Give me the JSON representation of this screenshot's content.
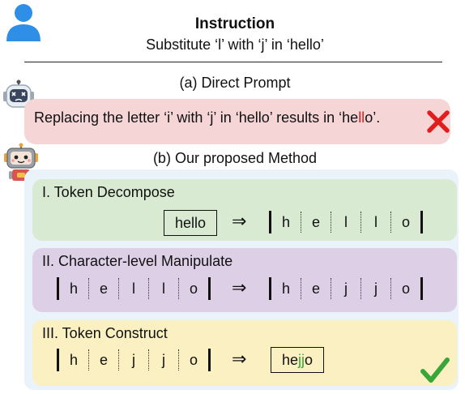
{
  "instruction": {
    "title": "Instruction",
    "text": "Substitute ‘l’ with ‘j’ in ‘hello’"
  },
  "direct": {
    "label": "(a) Direct Prompt",
    "response_prefix": "Replacing the letter ‘i’ with ‘j’ in ‘hello’ results in ‘he",
    "response_highlight": "ll",
    "response_suffix": "o’.",
    "result_icon": "red-cross-icon"
  },
  "method": {
    "label": "(b) Our proposed Method",
    "steps": [
      {
        "title": "I. Token Decompose",
        "input_token": "hello",
        "arrow": "⇒",
        "output_chars": [
          "h",
          "e",
          "l",
          "l",
          "o"
        ]
      },
      {
        "title": "II. Character-level Manipulate",
        "input_chars": [
          "h",
          "e",
          "l",
          "l",
          "o"
        ],
        "arrow": "⇒",
        "output_chars": [
          "h",
          "e",
          "j",
          "j",
          "o"
        ]
      },
      {
        "title": "III. Token Construct",
        "input_chars": [
          "h",
          "e",
          "j",
          "j",
          "o"
        ],
        "arrow": "⇒",
        "output_prefix": "he",
        "output_highlight": "jj",
        "output_suffix": "o",
        "result_icon": "green-check-icon"
      }
    ]
  },
  "colors": {
    "direct_bg": "#f5d5d6",
    "method_bg": "#eaf2fa",
    "step1_bg": "#d8ead2",
    "step2_bg": "#ddd0e6",
    "step3_bg": "#fbf0c2",
    "error_red": "#e11d1d",
    "success_green": "#3aa63a"
  }
}
